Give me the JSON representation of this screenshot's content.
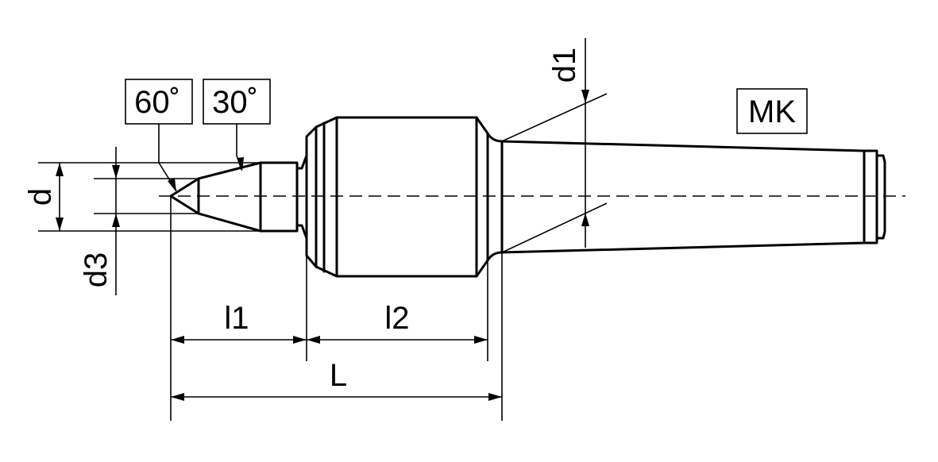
{
  "labels": {
    "angle_60": "60˚",
    "angle_30": "30˚",
    "taper": "MK",
    "d": "d",
    "d1": "d1",
    "d3": "d3",
    "l1": "l1",
    "l2": "l2",
    "L": "L"
  }
}
